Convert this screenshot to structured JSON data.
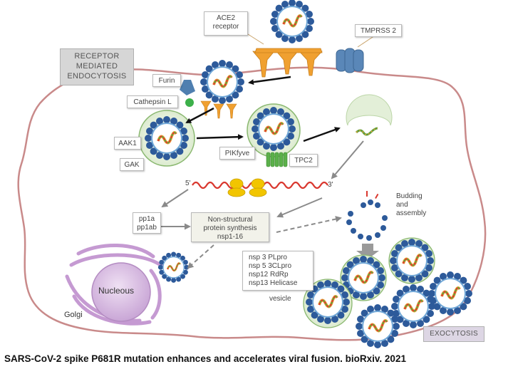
{
  "labels": {
    "ace2": "ACE2\nreceptor",
    "tmprss2": "TMPRSS 2",
    "receptor_endocytosis": "RECEPTOR\nMEDIATED\nENDOCYTOSIS",
    "furin": "Furin",
    "cathepsin": "Cathepsin L",
    "aak1": "AAK1",
    "gak": "GAK",
    "pikfyve": "PIKfyve",
    "tpc2": "TPC2",
    "five_prime": "5'",
    "three_prime": "3'",
    "pp1": "pp1a\npp1ab",
    "nsp_synthesis": "Non-structural\nprotein synthesis\nnsp1-16",
    "nsp_list": "nsp 3 PLpro\nnsp 5 3CLpro\nnsp12 RdRp\nnsp13 Helicase",
    "budding": "Budding\nand\nassembly",
    "vesicle": "vesicle",
    "nucleous": "Nucleous",
    "golgi": "Golgi",
    "exocytosis": "EXOCYTOSIS"
  },
  "caption": "SARS-CoV-2 spike P681R mutation enhances and accelerates viral fusion. bioRxiv. 2021",
  "colors": {
    "cell_membrane": "#c98a8a",
    "virus_spike": "#2d5a9a",
    "virus_core": "#4a90c4",
    "rna_red": "#d9372e",
    "rna_green": "#5f9e3a",
    "rna_orange": "#e8a23a",
    "vesicle_fill": "#e9f3df",
    "vesicle_border": "#8ab870",
    "ace2": "#f0a030",
    "tmprss2": "#5a87b8",
    "golgi": "#c59ad2",
    "nucleus": "#d7b7e0",
    "ribosome": "#f2c500",
    "arrow_black": "#111111",
    "arrow_gray": "#888888"
  }
}
